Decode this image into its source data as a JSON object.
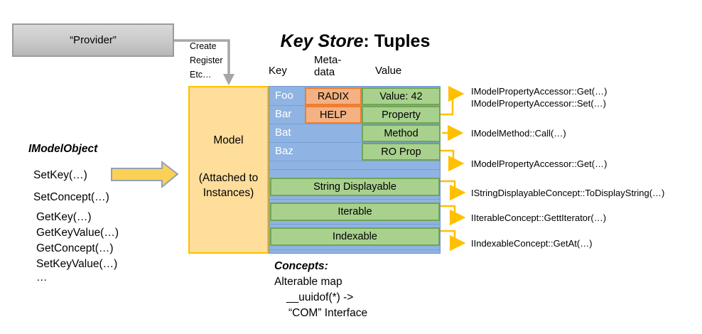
{
  "provider": {
    "label": "“Provider”",
    "connector_lines": [
      "Create",
      "Register",
      "Etc…"
    ]
  },
  "title": {
    "key_store": "Key Store",
    "tuples": ": Tuples"
  },
  "column_headers": {
    "key": "Key",
    "meta_line1": "Meta-",
    "meta_line2": "data",
    "value": "Value"
  },
  "model_box": {
    "title": "Model",
    "subtitle_line1": "(Attached to",
    "subtitle_line2": "Instances)"
  },
  "key_store": {
    "keys": [
      "Foo",
      "Bar",
      "Bat",
      "Baz"
    ],
    "metadata": [
      "RADIX",
      "HELP"
    ],
    "values": [
      "Value: 42",
      "Property",
      "Method",
      "RO Prop"
    ],
    "concepts": [
      "String Displayable",
      "Iterable",
      "Indexable"
    ]
  },
  "left_panel": {
    "heading": "IModelObject",
    "methods": [
      "SetKey(…)",
      "SetConcept(…)",
      "GetKey(…)",
      "GetKeyValue(…)",
      "GetConcept(…)",
      "SetKeyValue(…)",
      "…"
    ]
  },
  "callouts": [
    "IModelPropertyAccessor::Get(…)",
    "IModelPropertyAccessor::Set(…)",
    "IModelMethod::Call(…)",
    "IModelPropertyAccessor::Get(…)",
    "IStringDisplayableConcept::ToDisplayString(…)",
    "IIterableConcept::GettIterator(…)",
    "IIndexableConcept::GetAt(…)"
  ],
  "footer": {
    "heading": "Concepts:",
    "lines": [
      "Alterable map",
      "__uuidof(*) ->",
      "“COM” Interface"
    ]
  },
  "colors": {
    "model_fill": "#FFDD9B",
    "model_border": "#FFC000",
    "blue_fill": "#8FB3E2",
    "green_fill": "#A9D18E",
    "green_border": "#71A657",
    "salmon_fill": "#F4B183",
    "salmon_border": "#ED7D31",
    "connector_orange": "#FFC000",
    "connector_gray": "#A6A6A6",
    "block_arrow_fill": "#FBD155"
  }
}
